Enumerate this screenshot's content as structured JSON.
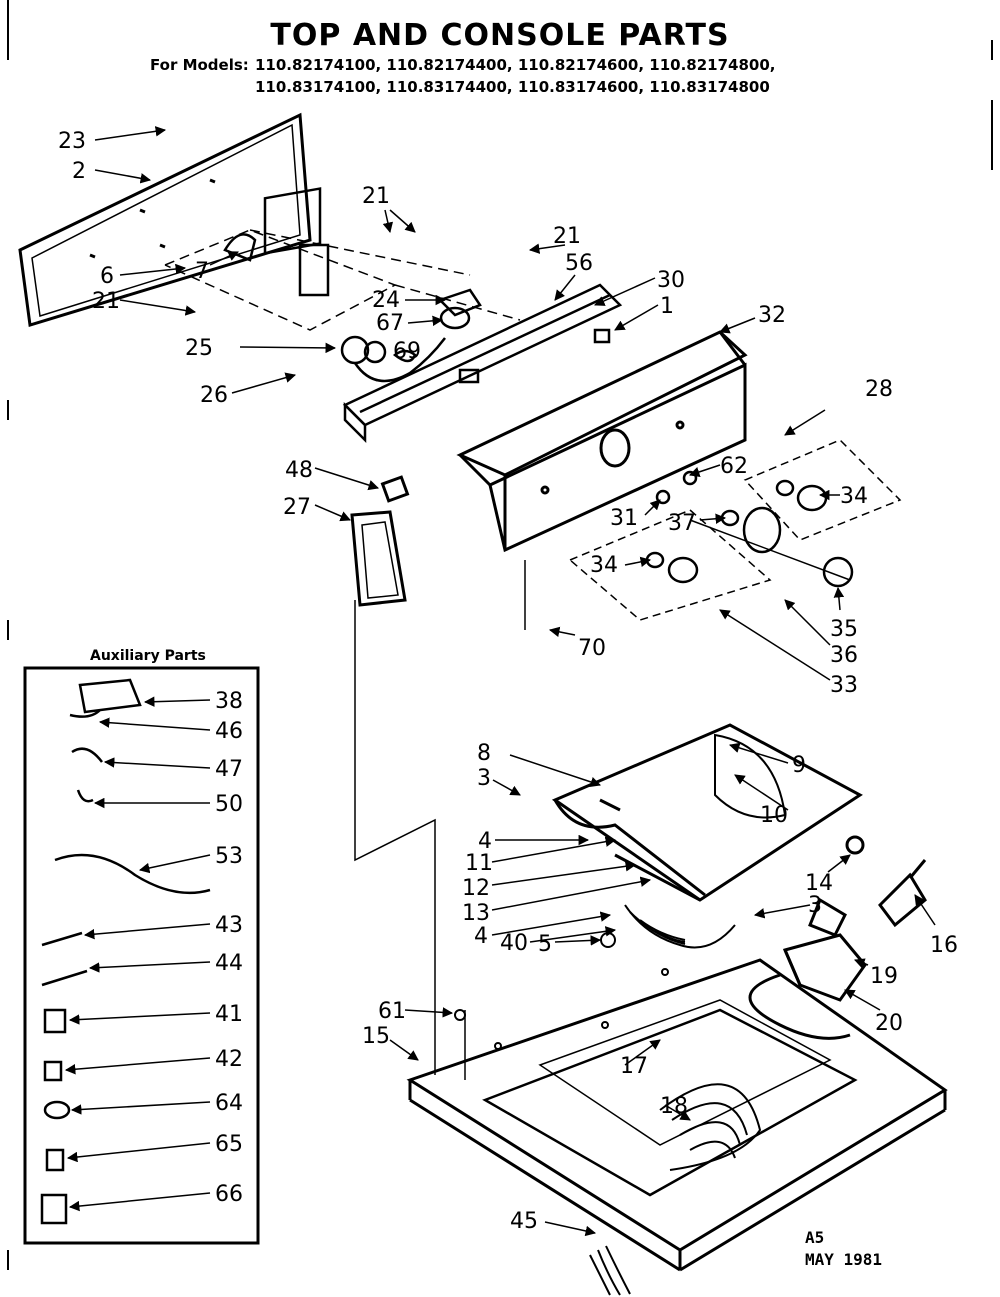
{
  "header": {
    "title": "TOP AND CONSOLE PARTS",
    "models_prefix": "For Models:",
    "models_line1": "110.82174100, 110.82174400, 110.82174600, 110.82174800,",
    "models_line2": "110.83174100, 110.83174400, 110.83174600, 110.83174800"
  },
  "auxiliary": {
    "title": "Auxiliary Parts"
  },
  "stamp": {
    "code": "A5",
    "date": "MAY 1981"
  },
  "labels": {
    "p1": "1",
    "p2": "2",
    "p3": "3",
    "p4": "4",
    "p5": "5",
    "p6": "6",
    "p7": "7",
    "p8": "8",
    "p9": "9",
    "p10": "10",
    "p11": "11",
    "p12": "12",
    "p13": "13",
    "p14": "14",
    "p15": "15",
    "p16": "16",
    "p17": "17",
    "p18": "18",
    "p19": "19",
    "p20": "20",
    "p21": "21",
    "p23": "23",
    "p24": "24",
    "p25": "25",
    "p26": "26",
    "p27": "27",
    "p28": "28",
    "p30": "30",
    "p31": "31",
    "p32": "32",
    "p33": "33",
    "p34": "34",
    "p35": "35",
    "p36": "36",
    "p37": "37",
    "p38": "38",
    "p40": "40",
    "p41": "41",
    "p42": "42",
    "p43": "43",
    "p44": "44",
    "p45": "45",
    "p46": "46",
    "p47": "47",
    "p48": "48",
    "p50": "50",
    "p53": "53",
    "p56": "56",
    "p61": "61",
    "p62": "62",
    "p64": "64",
    "p65": "65",
    "p66": "66",
    "p67": "67",
    "p69": "69",
    "p70": "70"
  }
}
